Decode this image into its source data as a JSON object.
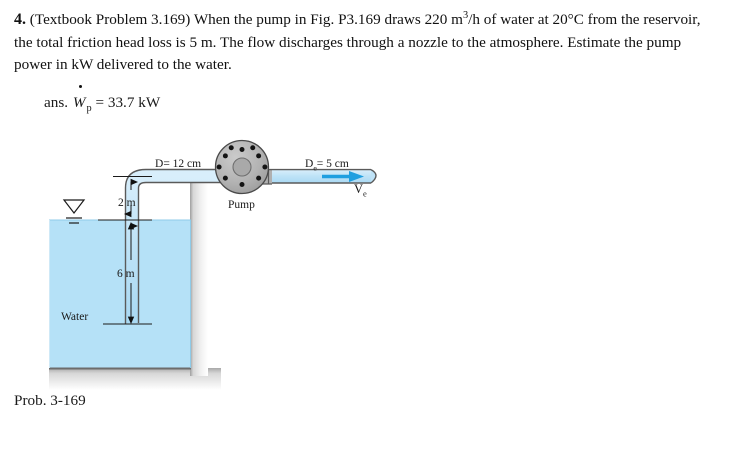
{
  "problem": {
    "number": "4.",
    "ref": "(Textbook Problem 3.169)",
    "line1_a": "When the pump in Fig. P3.169 draws 220 m",
    "line1_sup": "3",
    "line1_b": "/h of water at",
    "line2": "20°C from the reservoir, the total friction head loss is 5 m.  The flow discharges through a",
    "line3": "nozzle to the atmosphere.  Estimate the pump power in kW delivered to the water.",
    "flow_rate": "220 m³/h",
    "temperature": "20°C",
    "friction_head_loss": "5 m"
  },
  "answer": {
    "prefix": "ans.",
    "symbol": "W",
    "subscript": "p",
    "equals": "=",
    "value": "33.7 kW"
  },
  "figure": {
    "inlet_diameter_label": "D = 12 cm",
    "inlet_diameter_symbol": "D",
    "inlet_diameter_value": "= 12 cm",
    "exit_diameter_symbol": "D",
    "exit_diameter_sub": "e",
    "exit_diameter_value": "= 5 cm",
    "exit_velocity_symbol": "V",
    "exit_velocity_sub": "e",
    "pump_label": "Pump",
    "height_above_surface": "2 m",
    "depth_below_surface": "6 m",
    "fluid_label": "Water",
    "colors": {
      "water": "#b5e1f7",
      "pipe_fill": "#bfe3f7",
      "pump_body": "#b0b0b0",
      "pump_hub": "#a8a8a8",
      "wall": "#c9c9c9",
      "outline": "#4a4a4a",
      "arrow": "#1f9fe0"
    }
  },
  "caption": {
    "text": "Prob. 3-169"
  }
}
